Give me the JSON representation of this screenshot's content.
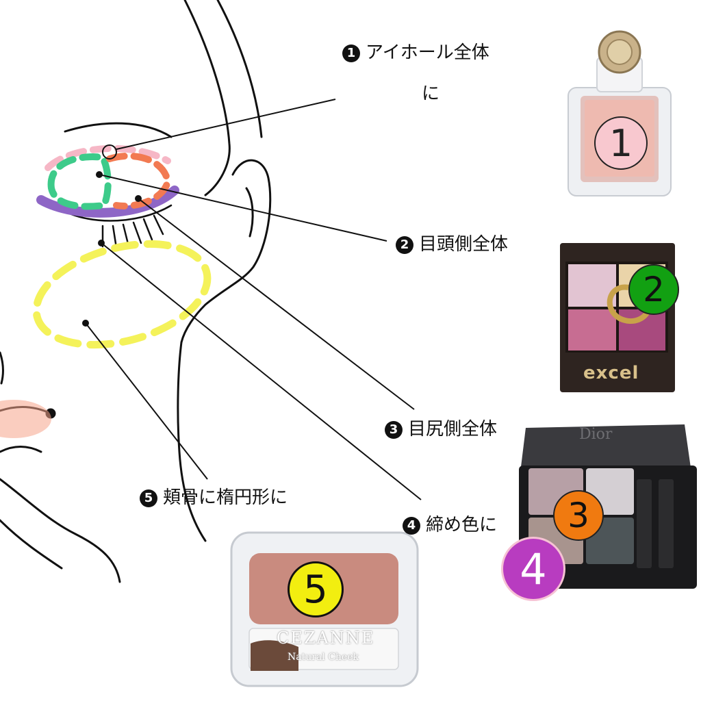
{
  "steps": [
    {
      "num": "1",
      "text": "アイホール全体",
      "text2": "に"
    },
    {
      "num": "2",
      "text": "目頭側全体"
    },
    {
      "num": "3",
      "text": "目尻側全体"
    },
    {
      "num": "4",
      "text": "締め色に"
    },
    {
      "num": "5",
      "text": "頬骨に楕円形に"
    }
  ],
  "badges": [
    {
      "label": "1",
      "bg": "#f8c8cf",
      "fg": "#222"
    },
    {
      "label": "2",
      "bg": "#12a012",
      "fg": "#111"
    },
    {
      "label": "3",
      "bg": "#f07a10",
      "fg": "#111"
    },
    {
      "label": "4",
      "bg": "#b83cc0",
      "fg": "#ffffff"
    },
    {
      "label": "5",
      "bg": "#f2ee10",
      "fg": "#111"
    }
  ],
  "brands": {
    "excel": "excel",
    "dior": "Dior",
    "cezanne": "CEZANNE",
    "cezanne_sub": "Natural Cheek"
  },
  "colors": {
    "zone1": "#f6b7c6",
    "zone2": "#3dcb8a",
    "zone3": "#f27a52",
    "zone4": "#8e66c6",
    "zone5": "#f4f25a",
    "line": "#111111"
  }
}
